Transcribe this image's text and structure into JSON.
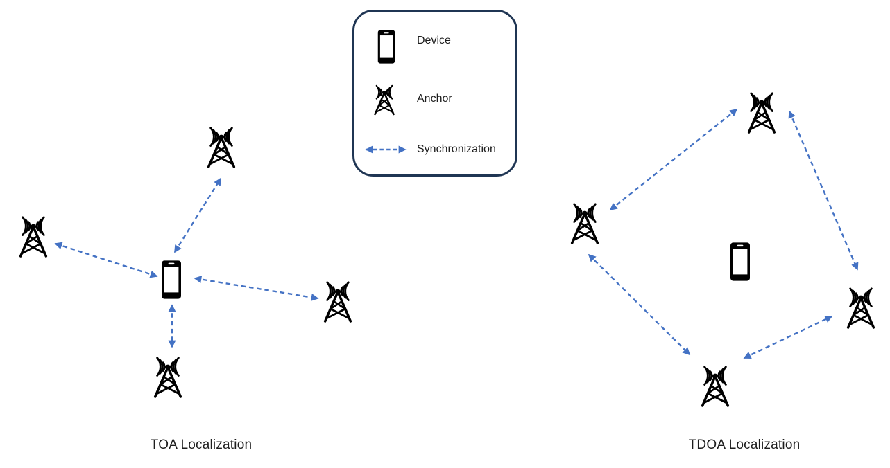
{
  "legend": {
    "items": [
      {
        "id": "device",
        "label": "Device"
      },
      {
        "id": "anchor",
        "label": "Anchor"
      },
      {
        "id": "synchronization",
        "label": "Synchronization"
      }
    ]
  },
  "panels": {
    "toa": {
      "caption": "TOA Localization",
      "device_count": 1,
      "anchor_count": 4,
      "sync_links": [
        "device ↔ top anchor",
        "device ↔ left anchor",
        "device ↔ right anchor",
        "device ↔ bottom anchor"
      ]
    },
    "tdoa": {
      "caption": "TDOA Localization",
      "device_count": 1,
      "anchor_count": 4,
      "sync_links": [
        "left anchor ↔ top anchor",
        "top anchor ↔ right anchor",
        "left anchor ↔ bottom anchor",
        "bottom anchor ↔ right anchor"
      ]
    }
  },
  "colors": {
    "sync_arrow": "#4472C4",
    "legend_border": "#1F3553",
    "icon": "#000000",
    "text": "#1D1D1D",
    "background": "#FFFFFF"
  }
}
